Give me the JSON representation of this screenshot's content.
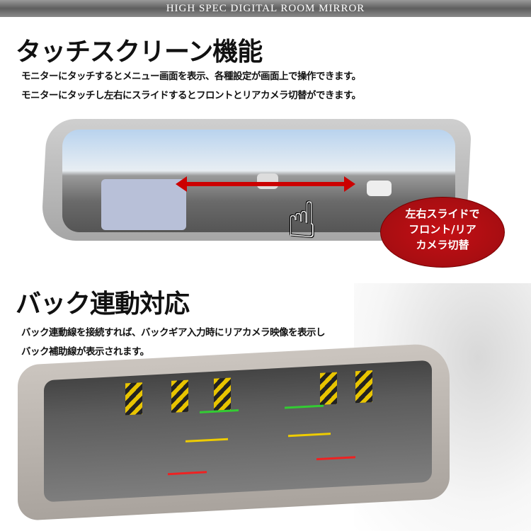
{
  "banner": "HIGH SPEC DIGITAL ROOM MIRROR",
  "section1": {
    "title": "タッチスクリーン機能",
    "lines": [
      "モニターにタッチするとメニュー画面を表示、各種設定が画面上で操作できます。",
      "モニターにタッチし左右にスライドするとフロントとリアカメラ切替ができます。"
    ],
    "bubble": [
      "左右スライドで",
      "フロント/リア",
      "カメラ切替"
    ]
  },
  "section2": {
    "title": "バック連動対応",
    "lines": [
      "バック連動線を接続すれば、バックギア入力時にリアカメラ映像を表示し",
      "バック補助線が表示されます。"
    ]
  },
  "colors": {
    "accent": "#c41015"
  }
}
